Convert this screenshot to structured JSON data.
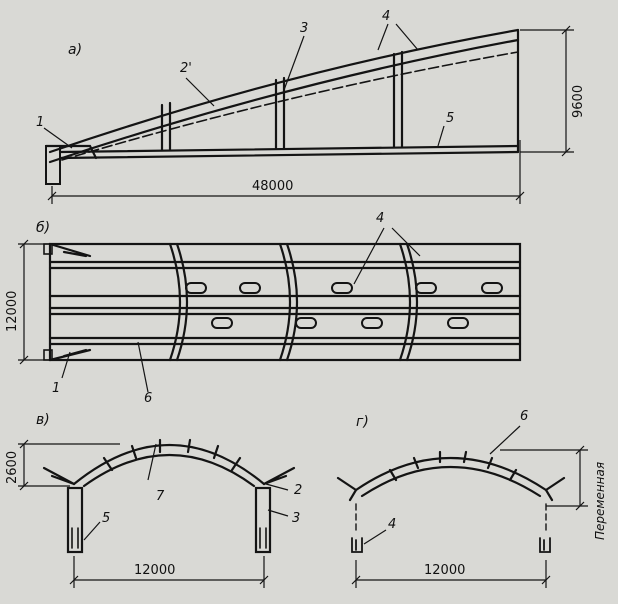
{
  "colors": {
    "paper": "#d9d9d5",
    "ink": "#141414"
  },
  "section_labels": {
    "a": "а)",
    "b": "б)",
    "v": "в)",
    "g": "г)"
  },
  "callouts": {
    "a1": "1",
    "a2": "2'",
    "a3": "3",
    "a4": "4",
    "a5": "5",
    "b4": "4",
    "b1": "1",
    "b6": "6",
    "v7": "7",
    "v2": "2",
    "v3": "3",
    "v5": "5",
    "g6": "6",
    "g4": "4"
  },
  "dimensions": {
    "a_height": "9600",
    "a_length": "48000",
    "b_width": "12000",
    "v_rise": "2600",
    "v_span": "12000",
    "g_span": "12000",
    "g_variable": "Переменная"
  }
}
